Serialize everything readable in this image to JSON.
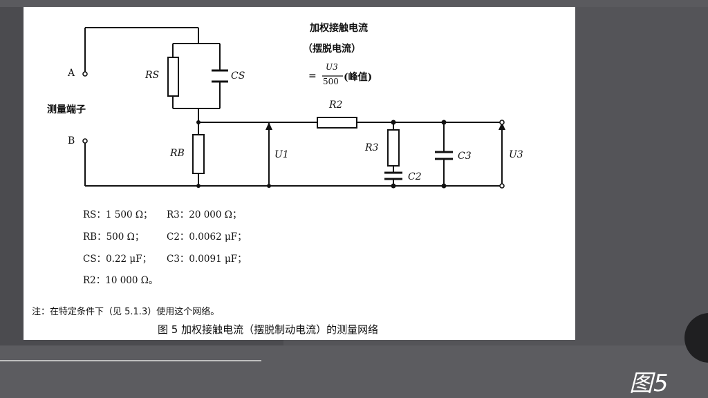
{
  "slide": {
    "caption": "图5"
  },
  "figure": {
    "current_label": {
      "line1": "加权接触电流",
      "line2": "（摆脱电流）",
      "prefix": "=",
      "numerator": "U3",
      "denominator": "500",
      "suffix": "(峰值)"
    },
    "terminals": {
      "a": "A",
      "b": "B",
      "name": "测量端子"
    },
    "components": {
      "rs": "RS",
      "cs": "CS",
      "rb": "RB",
      "r2": "R2",
      "r3": "R3",
      "c2": "C2",
      "c3": "C3",
      "u1": "U1",
      "u3": "U3"
    },
    "params": {
      "rs": "RS：1 500 Ω；",
      "r3": "R3：20 000 Ω；",
      "rb": "RB：500 Ω；",
      "c2": "C2：0.0062 μF；",
      "cs": "CS：0.22 μF；",
      "c3": "C3：0.0091 μF；",
      "r2": "R2：10 000 Ω。"
    },
    "note": "注：在特定条件下（见 5.1.3）使用这个网络。",
    "title": "图 5  加权接触电流（摆脱制动电流）的测量网络"
  }
}
